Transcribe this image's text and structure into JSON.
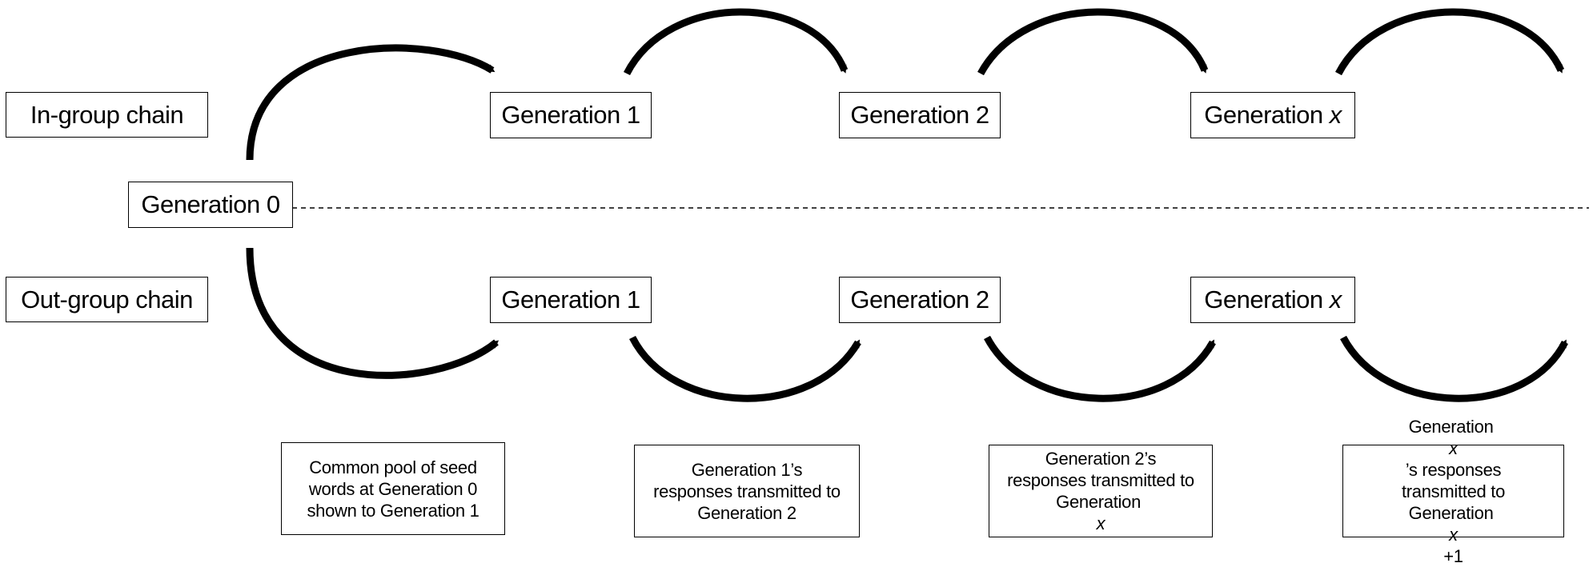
{
  "rows": {
    "in_group_label": "In-group chain",
    "out_group_label": "Out-group chain"
  },
  "nodes": {
    "gen0": "Generation 0",
    "in_gen1": "Generation 1",
    "in_gen2": "Generation 2",
    "in_genx_prefix": "Generation ",
    "in_genx_var": "x",
    "out_gen1": "Generation 1",
    "out_gen2": "Generation 2",
    "out_genx_prefix": "Generation ",
    "out_genx_var": "x"
  },
  "notes": {
    "seed": {
      "line1": "Common pool of seed",
      "line2": "words at Generation 0",
      "line3": "shown to Generation 1"
    },
    "gen1": {
      "line1": "Generation 1’s",
      "line2": "responses transmitted to",
      "line3": "Generation 2"
    },
    "gen2": {
      "line1": "Generation 2’s",
      "line2": "responses transmitted to",
      "line3_prefix": "Generation ",
      "line3_var": "x"
    },
    "genx": {
      "line1_prefix": "Generation ",
      "line1_var": "x",
      "line1_suffix": "’s responses",
      "line2": "transmitted to",
      "line3_prefix": "Generation ",
      "line3_var": "x",
      "line3_suffix": "+1"
    }
  }
}
